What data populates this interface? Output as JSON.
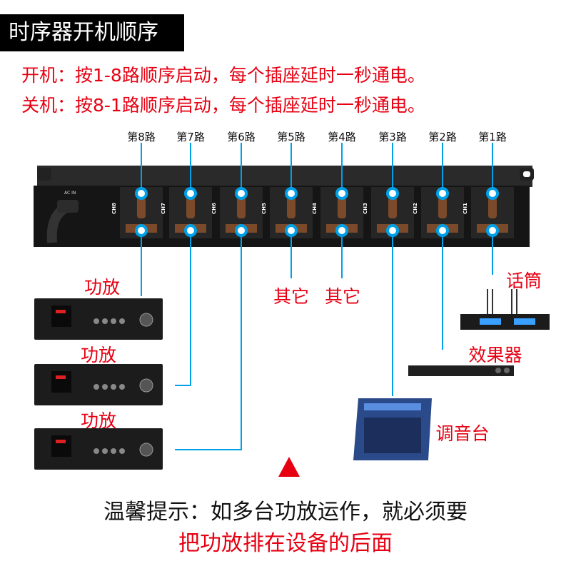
{
  "title": "时序器开机顺序",
  "power_on": "开机：按1-8路顺序启动，每个插座延时一秒通电。",
  "power_off": "关机：按8-1路顺序启动，每个插座延时一秒通电。",
  "channels": [
    "第8路",
    "第7路",
    "第6路",
    "第5路",
    "第4路",
    "第3路",
    "第2路",
    "第1路"
  ],
  "device_labels": {
    "amp1": "功放",
    "amp2": "功放",
    "amp3": "功放",
    "other1": "其它",
    "other2": "其它",
    "mic": "话筒",
    "effects": "效果器",
    "mixer": "调音台"
  },
  "tip_line1": "温馨提示：如多台功放运作，就必须要",
  "tip_line2": "把功放排在设备的后面",
  "colors": {
    "accent": "#00a0e9",
    "red": "#e60012"
  }
}
